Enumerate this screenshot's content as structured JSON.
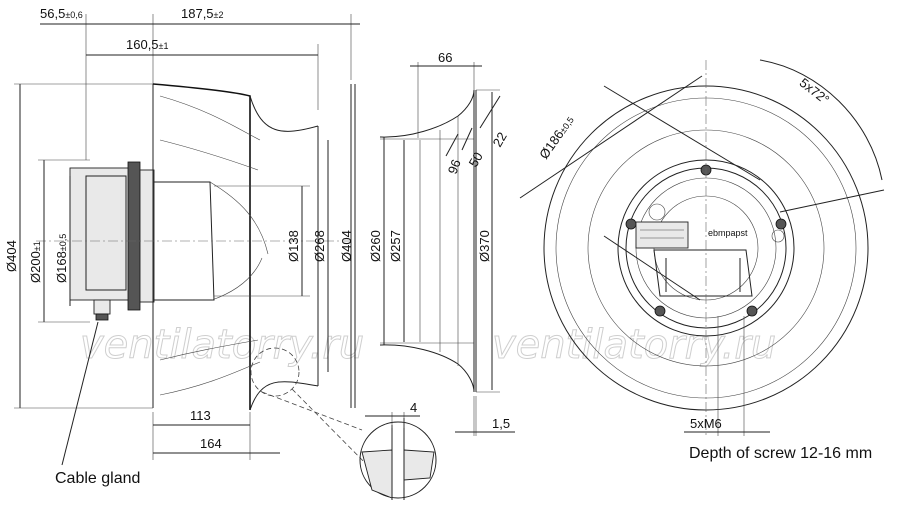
{
  "watermarks": [
    "ventilatorry.ru",
    "ventilatorry.ru"
  ],
  "dimensions": {
    "d56_main": "56,5",
    "d56_tol": "±0,6",
    "d187_main": "187,5",
    "d187_tol": "±2",
    "d160_main": "160,5",
    "d160_tol": "±1",
    "d66": "66",
    "d5x72": "5x72°",
    "d186_main": "Ø186",
    "d186_tol": "±0,5",
    "d22": "22",
    "d50": "50",
    "d96": "96",
    "d404_left": "Ø404",
    "d200_main": "Ø200",
    "d200_tol": "±1",
    "d168_main": "Ø168",
    "d168_tol": "±0,5",
    "d138": "Ø138",
    "d268": "Ø268",
    "d404_mid": "Ø404",
    "d260": "Ø260",
    "d257": "Ø257",
    "d370": "Ø370",
    "d113": "113",
    "d164": "164",
    "d4": "4",
    "d1_5": "1,5",
    "d5xM6": "5xM6"
  },
  "notes": {
    "cable_gland": "Cable gland",
    "screw_depth": "Depth of screw 12-16 mm"
  },
  "logo_text": "ebmpapst"
}
